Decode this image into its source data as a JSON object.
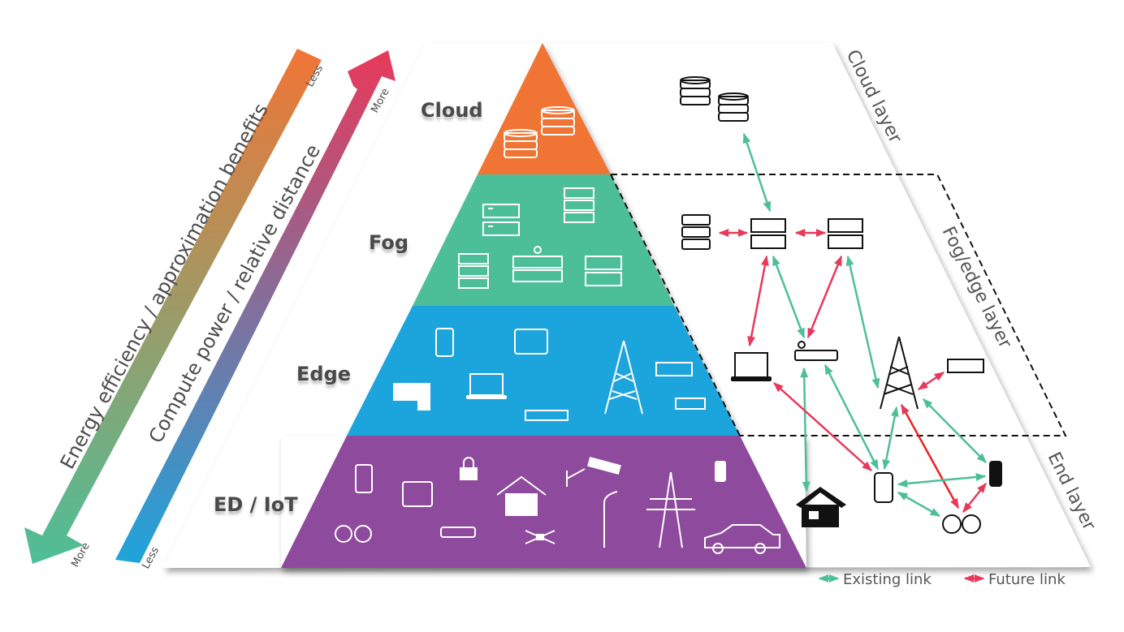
{
  "diagram": {
    "layers": [
      {
        "id": "cloud",
        "label": "Cloud",
        "color": "#f07535"
      },
      {
        "id": "fog",
        "label": "Fog",
        "color": "#4dbf98"
      },
      {
        "id": "edge",
        "label": "Edge",
        "color": "#1da5dc"
      },
      {
        "id": "iot",
        "label": "ED / IoT",
        "color": "#8e4a9c"
      }
    ],
    "side_labels": {
      "cloud": "Cloud layer",
      "fog_edge": "Fog/edge layer",
      "end": "End layer"
    },
    "axes": {
      "energy": {
        "label": "Energy efficiency / approximation benefits",
        "top_end": "Less",
        "bottom_end": "More",
        "gradient": [
          "#f07535",
          "#4dbf98"
        ]
      },
      "compute": {
        "label": "Compute power / relative distance",
        "top_end": "More",
        "bottom_end": "Less",
        "gradient": [
          "#e8395a",
          "#1da5dc"
        ]
      }
    },
    "legend": {
      "existing": {
        "label": "Existing link",
        "color": "#4dbf98"
      },
      "future": {
        "label": "Future link",
        "color": "#e8395a"
      }
    },
    "pyramid_icons": {
      "cloud": [
        "database-icon",
        "database-icon"
      ],
      "fog": [
        "server-rack-icon",
        "server-stack-icon",
        "server-stack-icon",
        "wireless-router-icon",
        "server-rack-icon"
      ],
      "edge": [
        "smartphone-icon",
        "tablet-icon",
        "desktop-pc-icon",
        "laptop-icon",
        "wireless-router-icon",
        "cell-tower-icon",
        "server-unit-icon",
        "server-unit-small-icon"
      ],
      "iot": [
        "smartphone-icon",
        "tablet-icon",
        "padlock-icon",
        "house-icon",
        "security-camera-icon",
        "smartwatch-icon",
        "smart-glasses-icon",
        "smoke-detector-icon",
        "drone-icon",
        "street-lamp-icon",
        "power-pylon-icon",
        "car-icon"
      ]
    },
    "network_nodes": [
      "cloud-database-1",
      "cloud-database-2",
      "fog-server-stack",
      "fog-server-rack-1",
      "fog-server-rack-2",
      "edge-laptop",
      "edge-router",
      "edge-cell-tower",
      "edge-server-unit",
      "end-house",
      "end-smartphone",
      "end-smartwatch",
      "end-smart-glasses"
    ],
    "links": [
      {
        "from": "cloud-database-2",
        "to": "fog-server-rack-1",
        "type": "existing"
      },
      {
        "from": "fog-server-stack",
        "to": "fog-server-rack-1",
        "type": "future"
      },
      {
        "from": "fog-server-rack-1",
        "to": "fog-server-rack-2",
        "type": "future"
      },
      {
        "from": "fog-server-rack-1",
        "to": "edge-laptop",
        "type": "future"
      },
      {
        "from": "fog-server-rack-1",
        "to": "edge-router",
        "type": "existing"
      },
      {
        "from": "fog-server-rack-2",
        "to": "edge-router",
        "type": "future"
      },
      {
        "from": "fog-server-rack-2",
        "to": "edge-cell-tower",
        "type": "existing"
      },
      {
        "from": "edge-cell-tower",
        "to": "edge-server-unit",
        "type": "future"
      },
      {
        "from": "edge-router",
        "to": "end-house",
        "type": "existing"
      },
      {
        "from": "edge-laptop",
        "to": "end-smartphone",
        "type": "future"
      },
      {
        "from": "edge-router",
        "to": "end-smartphone",
        "type": "existing"
      },
      {
        "from": "edge-cell-tower",
        "to": "end-smartphone",
        "type": "existing"
      },
      {
        "from": "edge-cell-tower",
        "to": "end-smart-glasses",
        "type": "future"
      },
      {
        "from": "edge-cell-tower",
        "to": "end-smartwatch",
        "type": "existing"
      },
      {
        "from": "end-smartphone",
        "to": "end-smartwatch",
        "type": "existing"
      },
      {
        "from": "end-smartphone",
        "to": "end-smart-glasses",
        "type": "existing"
      },
      {
        "from": "end-smartwatch",
        "to": "end-smart-glasses",
        "type": "future"
      }
    ]
  }
}
